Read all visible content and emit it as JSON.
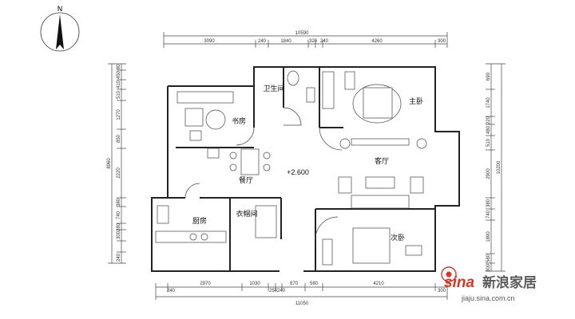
{
  "compass": {
    "label": "N"
  },
  "rooms": {
    "master_bedroom": "主卧",
    "bathroom": "卫生间",
    "study": "书房",
    "living_room": "客厅",
    "dining_room": "餐厅",
    "kitchen": "厨房",
    "cloakroom": "衣帽间",
    "second_bedroom": "次卧"
  },
  "level_mark": "+2.600",
  "dimensions": {
    "top_total": "10590",
    "top_segments": [
      "3090",
      "240",
      "1840",
      "320",
      "240",
      "4260",
      "300"
    ],
    "bottom_segments": [
      "240",
      "2970",
      "1030",
      "250",
      "240",
      "870",
      "580",
      "4210",
      "300"
    ],
    "bottom_total": "11050",
    "left_total": "8960",
    "left_segments": [
      "80",
      "450",
      "410",
      "510",
      "1270",
      "850",
      "2220",
      "380",
      "740",
      "280",
      "300",
      "240"
    ],
    "right_total": "10200",
    "right_segments": [
      "690",
      "1740",
      "220",
      "480",
      "510",
      "2900",
      "380",
      "740",
      "1890",
      "580",
      "300"
    ]
  },
  "watermark": {
    "logo": "sina",
    "brand": "新浪家居",
    "url": "jiaju.sina.com.cn"
  }
}
